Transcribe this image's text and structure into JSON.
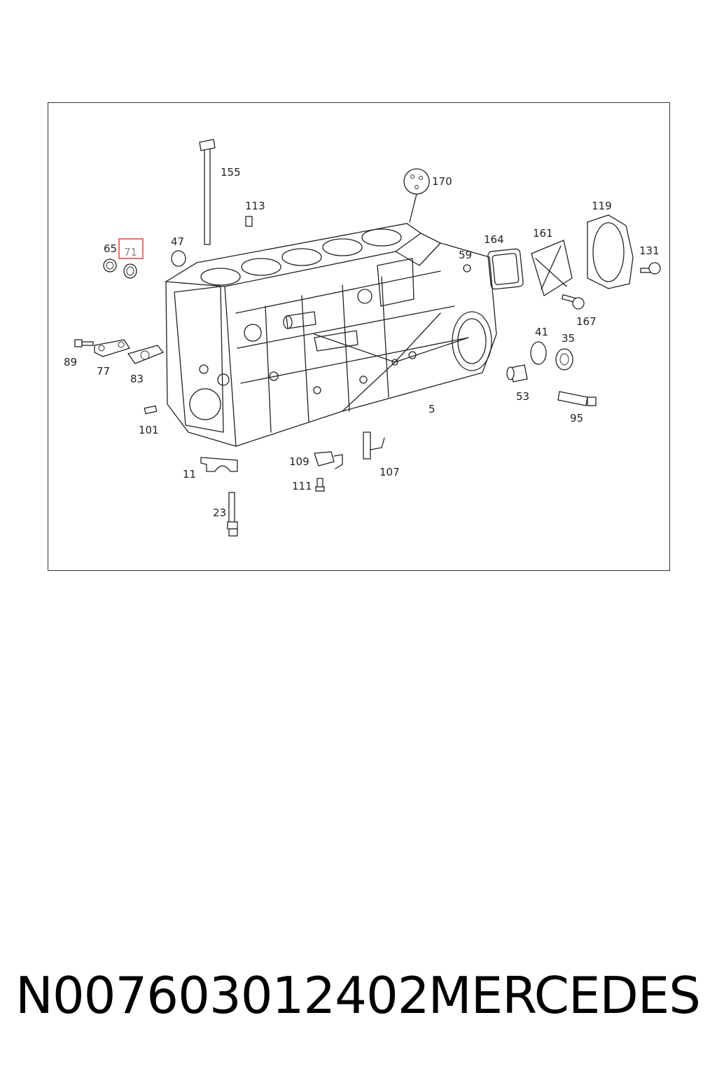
{
  "diagram": {
    "callouts": {
      "c155": "155",
      "c113": "113",
      "c170": "170",
      "c119": "119",
      "c164": "164",
      "c161": "161",
      "c131": "131",
      "c65": "65",
      "c71": "71",
      "c47": "47",
      "c59": "59",
      "c167": "167",
      "c41": "41",
      "c35": "35",
      "c89": "89",
      "c77": "77",
      "c83": "83",
      "c53": "53",
      "c5": "5",
      "c95": "95",
      "c101": "101",
      "c109": "109",
      "c107": "107",
      "c11": "11",
      "c111": "111",
      "c23": "23"
    },
    "highlighted_callout": "71",
    "highlight_color": "#e25050"
  },
  "footer": {
    "part_number": "N007603012402",
    "brand": "MERCEDES"
  }
}
